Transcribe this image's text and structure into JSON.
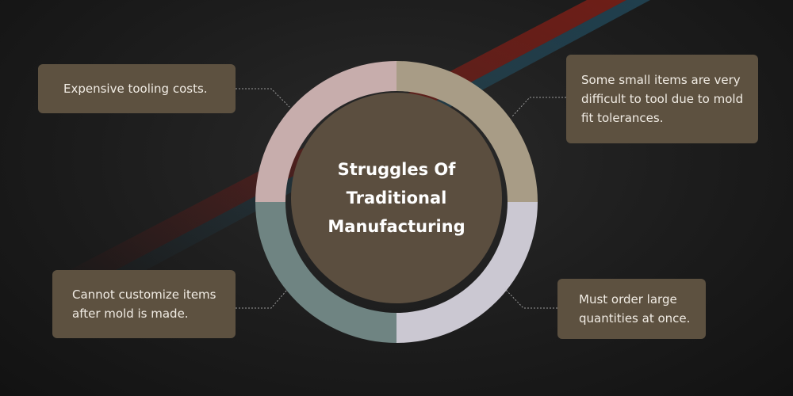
{
  "diagram": {
    "center_title": "Struggles Of\nTraditional\nManufacturing",
    "points": [
      {
        "id": "top-left",
        "text": "Expensive tooling costs."
      },
      {
        "id": "top-right",
        "text": "Some small items are very difficult to tool due to mold fit tolerances."
      },
      {
        "id": "bottom-left",
        "text": "Cannot customize items after mold is made."
      },
      {
        "id": "bottom-right",
        "text": "Must order large quantities at once."
      }
    ],
    "colors": {
      "background": "#1c1c1c",
      "box": "#5d5140",
      "box_text": "#f1ece4",
      "center_disk": "#5b4e3f",
      "ring_top_left": "#c7adac",
      "ring_top_right": "#a89c86",
      "ring_bottom_right": "#cbc8d2",
      "ring_bottom_left": "#6f8482",
      "connector": "#9a9a9a"
    }
  }
}
